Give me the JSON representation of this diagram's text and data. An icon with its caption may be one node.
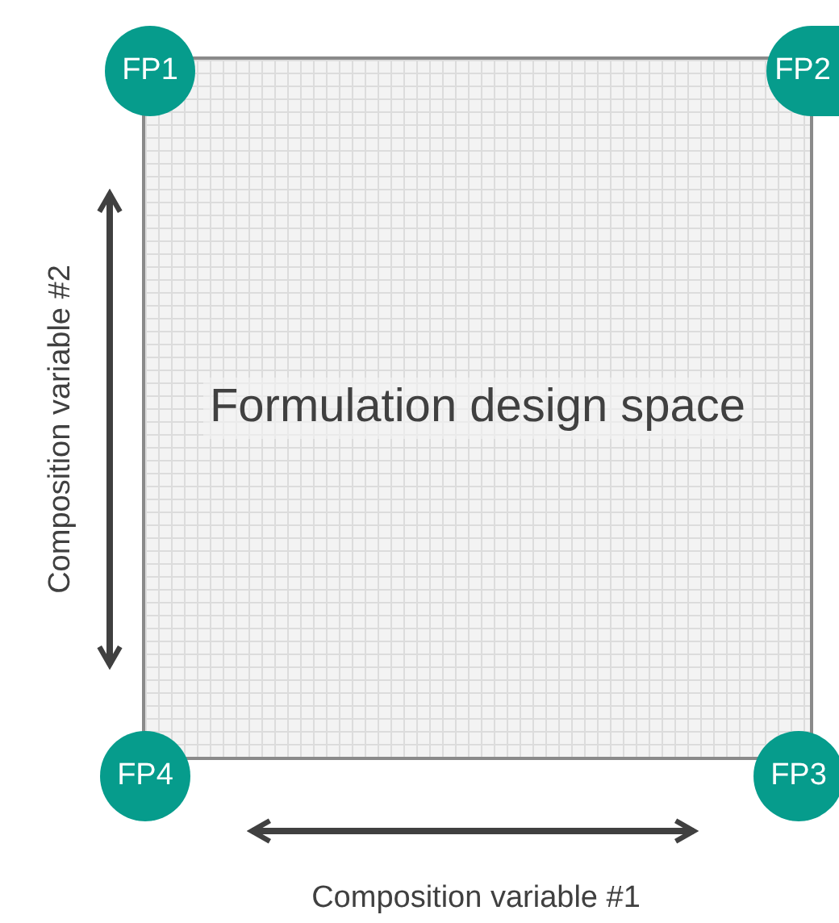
{
  "diagram": {
    "nodes": [
      {
        "text": [
          "Formulation design space"
        ]
      },
      {
        "text": [
          "FP1"
        ]
      },
      {
        "text": [
          "FP2"
        ]
      },
      {
        "text": [
          "FP3"
        ]
      },
      {
        "text": [
          "FP4"
        ]
      }
    ],
    "labels": [
      "Composition variable #2",
      "Composition variable #1"
    ]
  }
}
